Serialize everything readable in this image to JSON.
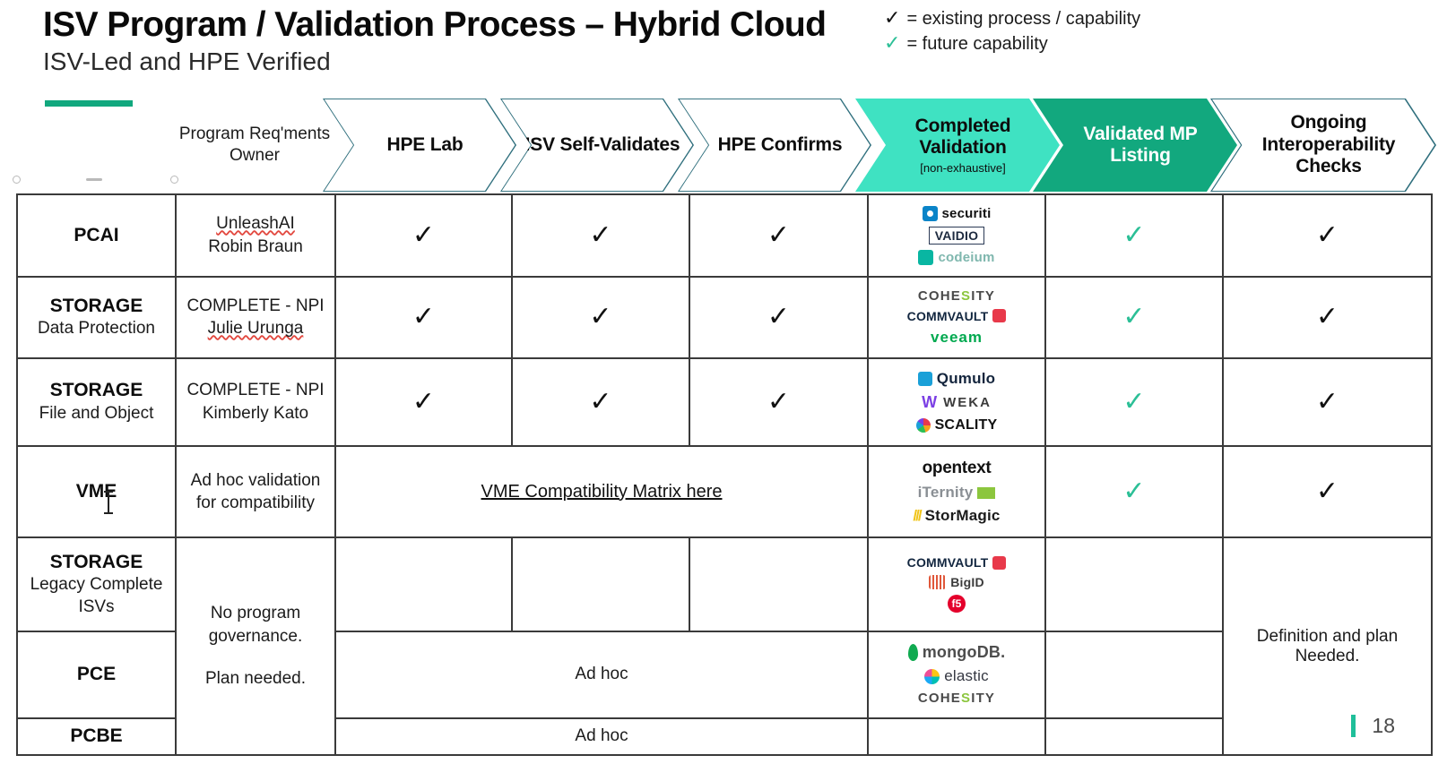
{
  "title": "ISV Program / Validation Process – Hybrid Cloud",
  "subtitle": "ISV-Led and HPE Verified",
  "legend": [
    {
      "check": "✓",
      "kind": "existing",
      "text": "= existing process / capability"
    },
    {
      "check": "✓",
      "kind": "future",
      "text": "= future capability"
    }
  ],
  "colors": {
    "accent_bar": "#11a87e",
    "chevron_outline": "#2f6f7d",
    "chevron_mint": "#3fe2c2",
    "chevron_teal": "#12a87e",
    "check_existing": "#111111",
    "check_future": "#2bbf96",
    "page_tick": "#1fbf9a"
  },
  "headers": {
    "owner": "Program Req'ments Owner",
    "chevrons": [
      {
        "label": "HPE Lab",
        "sub": "",
        "style": "outline"
      },
      {
        "label": "ISV Self-Validates",
        "sub": "",
        "style": "outline"
      },
      {
        "label": "HPE Confirms",
        "sub": "",
        "style": "outline"
      },
      {
        "label": "Completed Validation",
        "sub": "[non-exhaustive]",
        "style": "mint"
      },
      {
        "label": "Validated MP Listing",
        "sub": "",
        "style": "teal"
      },
      {
        "label": "Ongoing Interoperability Checks",
        "sub": "",
        "style": "outline"
      }
    ]
  },
  "rows": [
    {
      "category": "PCAI",
      "category_sub": "",
      "owner_line1": "UnleashAI",
      "owner_line2": "Robin Braun",
      "hpe_lab": "✓",
      "isv_self": "✓",
      "hpe_confirms": "✓",
      "validated_mp": "✓",
      "ongoing": "✓",
      "logos": [
        {
          "name": "securiti",
          "text": "securiti",
          "mark": "securiti-icon"
        },
        {
          "name": "vaidio",
          "text": "VAIDIO",
          "mark": "none"
        },
        {
          "name": "codeium",
          "text": "codeium",
          "mark": "codeium-icon"
        }
      ]
    },
    {
      "category": "STORAGE",
      "category_sub": "Data Protection",
      "owner_line1": "COMPLETE - NPI",
      "owner_line2": "Julie Urunga",
      "hpe_lab": "✓",
      "isv_self": "✓",
      "hpe_confirms": "✓",
      "validated_mp": "✓",
      "ongoing": "✓",
      "logos": [
        {
          "name": "cohesity",
          "text": "COHESITY",
          "mark": "none"
        },
        {
          "name": "commvault",
          "text": "COMMVAULT",
          "mark": "commvault-icon"
        },
        {
          "name": "veeam",
          "text": "veeam",
          "mark": "none"
        }
      ]
    },
    {
      "category": "STORAGE",
      "category_sub": "File and Object",
      "owner_line1": "COMPLETE - NPI",
      "owner_line2": "Kimberly Kato",
      "hpe_lab": "✓",
      "isv_self": "✓",
      "hpe_confirms": "✓",
      "validated_mp": "✓",
      "ongoing": "✓",
      "logos": [
        {
          "name": "qumulo",
          "text": "Qumulo",
          "mark": "qumulo-icon"
        },
        {
          "name": "weka",
          "text": "WEKA",
          "mark": "weka-icon"
        },
        {
          "name": "scality",
          "text": "SCALITY",
          "mark": "scality-icon"
        }
      ]
    },
    {
      "category": "VME",
      "category_sub": "",
      "owner_line1": "Ad hoc validation",
      "owner_line2": "for compatibility",
      "merged_link": "VME Compatibility Matrix here",
      "validated_mp": "✓",
      "ongoing": "✓",
      "logos": [
        {
          "name": "opentext",
          "text": "opentext",
          "mark": "none"
        },
        {
          "name": "iternity",
          "text": "iTernity",
          "mark": "iternity-icon"
        },
        {
          "name": "stormagic",
          "text": "StorMagic",
          "mark": "stormagic-icon"
        }
      ]
    },
    {
      "category": "STORAGE",
      "category_sub": "Legacy Complete ISVs",
      "hpe_lab": "",
      "isv_self": "",
      "hpe_confirms": "",
      "validated_mp": "",
      "logos": [
        {
          "name": "commvault",
          "text": "COMMVAULT",
          "mark": "commvault-icon"
        },
        {
          "name": "bigid",
          "text": "BigID",
          "mark": "bigid-icon"
        },
        {
          "name": "f5",
          "text": "",
          "mark": "f5-icon"
        }
      ]
    },
    {
      "category": "PCE",
      "category_sub": "",
      "merged_text": "Ad hoc",
      "validated_mp": "",
      "logos": [
        {
          "name": "mongodb",
          "text": "mongoDB.",
          "mark": "mongo-icon"
        },
        {
          "name": "elastic",
          "text": "elastic",
          "mark": "elastic-icon"
        },
        {
          "name": "cohesity",
          "text": "COHESITY",
          "mark": "none"
        }
      ]
    },
    {
      "category": "PCBE",
      "category_sub": "",
      "merged_text": "Ad hoc",
      "validated_mp": "",
      "logos": []
    }
  ],
  "merged": {
    "owner_governance_line1": "No program",
    "owner_governance_line2": "governance.",
    "owner_governance_line3": "Plan needed.",
    "ongoing_definition_line1": "Definition and plan",
    "ongoing_definition_line2": "Needed."
  },
  "page_number": "18"
}
